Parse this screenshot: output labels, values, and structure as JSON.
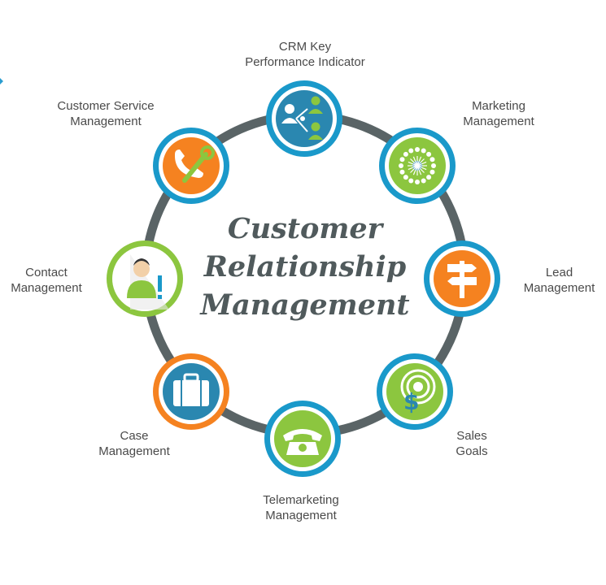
{
  "title": [
    "Customer",
    "Relationship",
    "Management"
  ],
  "colors": {
    "ring": "#5a6466",
    "blue_outer": "#1a99ca",
    "blue_inner": "#2a7fa8",
    "green_outer": "#8cc63f",
    "orange_outer": "#f58220",
    "white_ring": "#ffffff"
  },
  "nodes": [
    {
      "id": "crm-kpi",
      "label": [
        "CRM Key",
        "Performance Indicator"
      ],
      "icon": "people-network-icon",
      "outer": "blue",
      "inner": "#2a87b0"
    },
    {
      "id": "marketing",
      "label": [
        "Marketing",
        "Management"
      ],
      "icon": "dotted-circle-icon",
      "outer": "blue",
      "inner": "#8cc63f"
    },
    {
      "id": "lead",
      "label": [
        "Lead",
        "Management"
      ],
      "icon": "signpost-icon",
      "outer": "blue",
      "inner": "#f58220"
    },
    {
      "id": "sales-goals",
      "label": [
        "Sales",
        "Goals"
      ],
      "icon": "target-dollar-icon",
      "outer": "blue",
      "inner": "#8cc63f"
    },
    {
      "id": "telemarketing",
      "label": [
        "Telemarketing",
        "Management"
      ],
      "icon": "telephone-icon",
      "outer": "blue",
      "inner": "#8cc63f"
    },
    {
      "id": "case",
      "label": [
        "Case",
        "Management"
      ],
      "icon": "briefcase-icon",
      "outer": "orange",
      "inner": "#2a87b0"
    },
    {
      "id": "contact",
      "label": [
        "Contact",
        "Management"
      ],
      "icon": "person-alert-icon",
      "outer": "green",
      "inner": "#ffffff"
    },
    {
      "id": "customer-service",
      "label": [
        "Customer Service",
        "Management"
      ],
      "icon": "phone-wrench-icon",
      "outer": "blue",
      "inner": "#f58220"
    }
  ]
}
